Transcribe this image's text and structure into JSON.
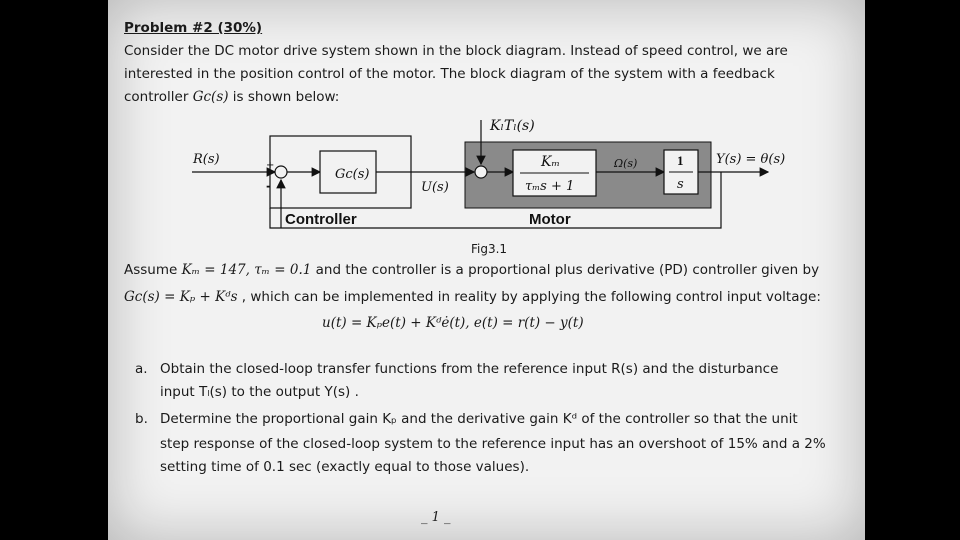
{
  "problem": {
    "title": "Problem #2 (30%)",
    "intro_line1": "Consider the DC motor drive system shown in the block diagram. Instead of speed control, we are",
    "intro_line2": "interested in the position control of the motor. The block diagram of the system with a feedback",
    "intro_line3_pre": "controller ",
    "intro_line3_math": "Gс(s)",
    "intro_line3_post": " is shown below:"
  },
  "diagram": {
    "disturbance": "KₗTₗ(s)",
    "input": "R(s)",
    "controller_block": "Gс(s)",
    "control_signal": "U(s)",
    "speed_signal": "Ω(s)",
    "plant_num": "Kₘ",
    "plant_den": "τₘs + 1",
    "integrator_num": "1",
    "integrator_den": "s",
    "output": "Y(s) = θ(s)",
    "plus": "+",
    "minus": "-",
    "controller_label": "Controller",
    "motor_label": "Motor",
    "caption": "Fig3.1",
    "colors": {
      "motor_fill": "#8a8a8a",
      "line": "#111111"
    }
  },
  "assume": {
    "line1_pre": "Assume ",
    "line1_math": "Kₘ = 147, τₘ = 0.1",
    "line1_post": " and the controller is a proportional plus derivative (PD) controller given by",
    "line2_math": "Gс(s) = Kₚ + Kᵈs",
    "line2_post": " , which can be implemented in reality by applying the following control input voltage:",
    "equation": "u(t) = Kₚe(t) + Kᵈė(t),   e(t) = r(t) − y(t)"
  },
  "items": [
    {
      "marker": "a.",
      "line1": "Obtain the closed-loop transfer functions from the reference input R(s) and the disturbance",
      "line2": "input Tₗ(s) to the output Y(s) ."
    },
    {
      "marker": "b.",
      "line1": "Determine the proportional gain Kₚ and the derivative gain Kᵈ of the controller so that the unit",
      "line2": "step response of the closed-loop system to the reference input has an overshoot of 15% and a 2%",
      "line3": "setting time of 0.1 sec (exactly equal to those values)."
    }
  ],
  "page_number": "_ 1 _"
}
